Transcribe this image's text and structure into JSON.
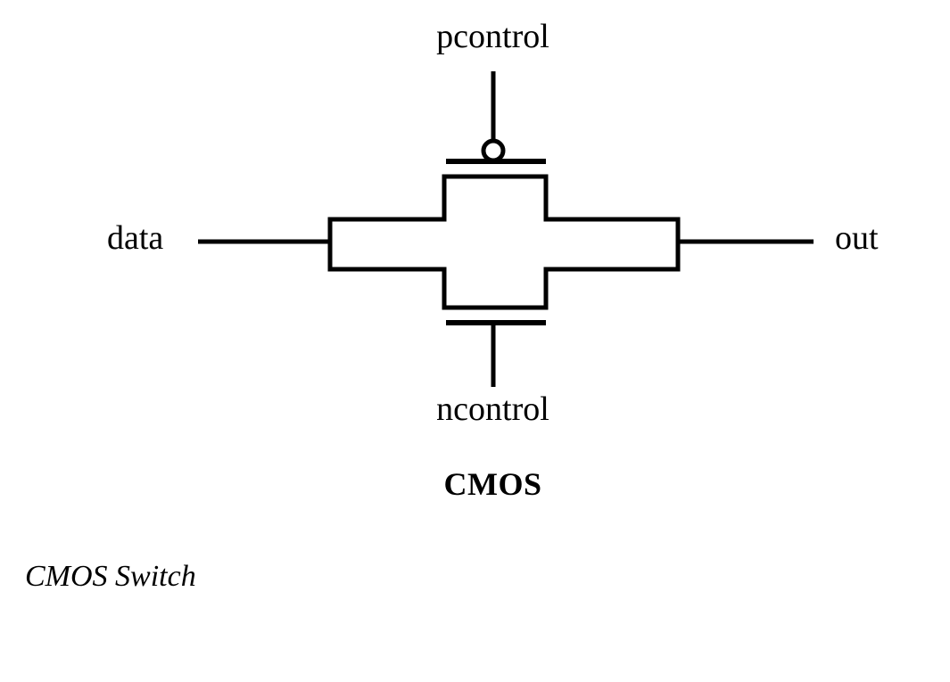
{
  "figure": {
    "title": "CMOS",
    "caption": "CMOS Switch",
    "background_color": "#ffffff",
    "stroke_color": "#000000"
  },
  "labels": {
    "pcontrol": "pcontrol",
    "ncontrol": "ncontrol",
    "data": "data",
    "out": "out"
  },
  "diagram": {
    "type": "circuit-schematic",
    "component": "cmos-transmission-gate",
    "terminals": [
      {
        "name": "pcontrol",
        "side": "top"
      },
      {
        "name": "ncontrol",
        "side": "bottom"
      },
      {
        "name": "data",
        "side": "left"
      },
      {
        "name": "out",
        "side": "right"
      }
    ],
    "features": {
      "pmos_inversion_bubble": true,
      "nmos_inversion_bubble": false
    }
  }
}
